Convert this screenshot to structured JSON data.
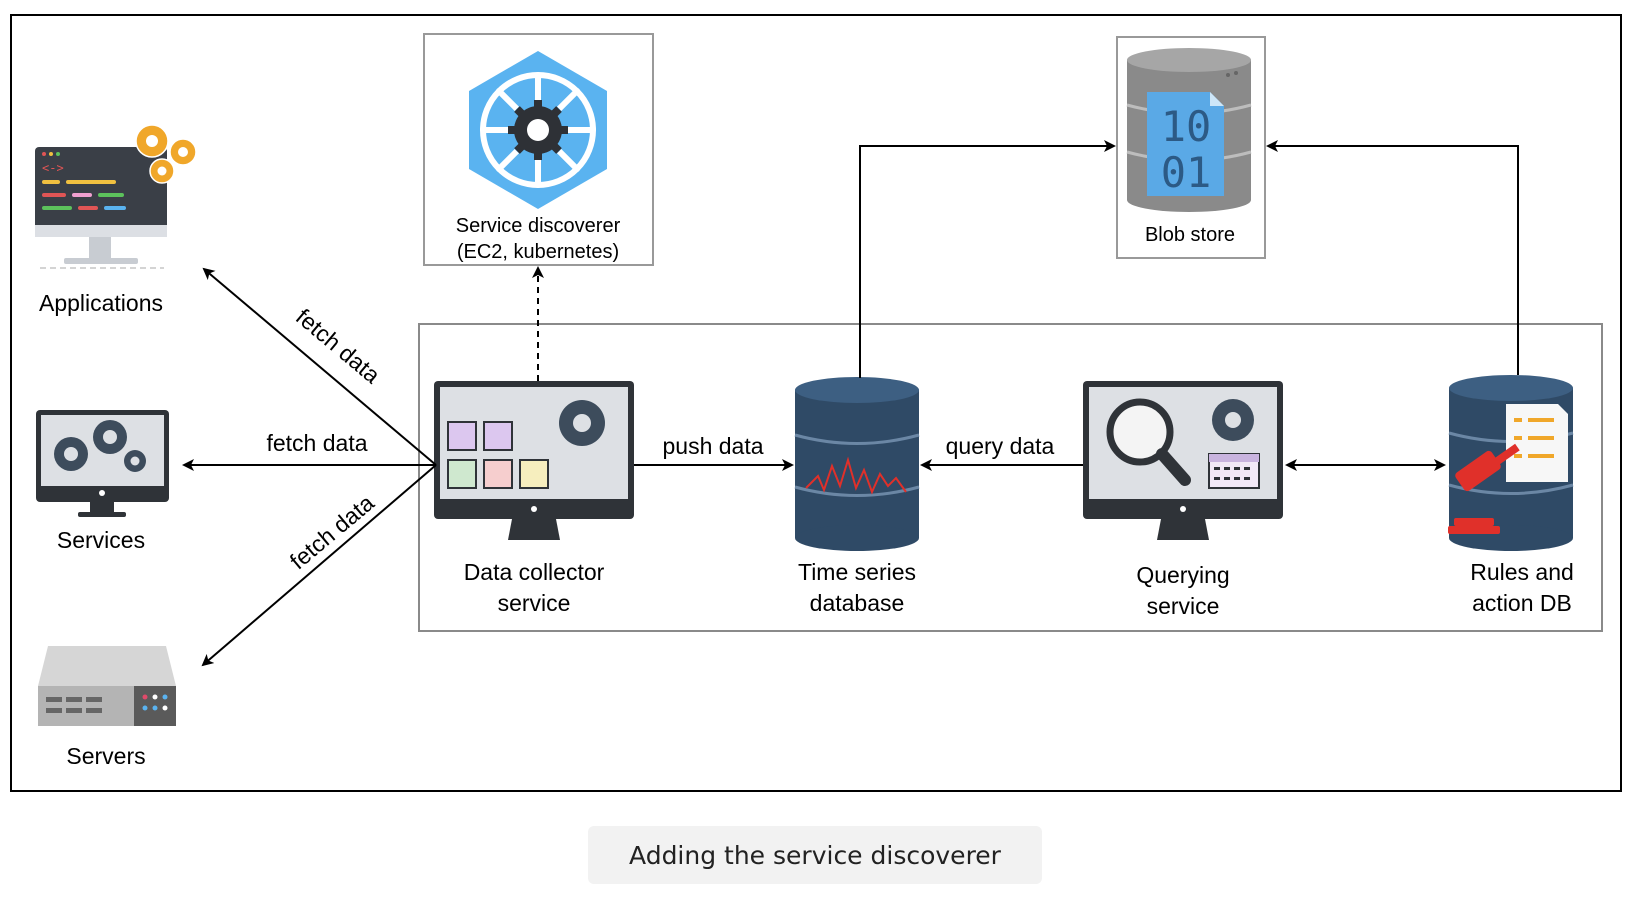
{
  "nodes": {
    "applications": "Applications",
    "services": "Services",
    "servers": "Servers",
    "service_discoverer_line1": "Service discoverer",
    "service_discoverer_line2": "(EC2, kubernetes)",
    "data_collector_line1": "Data collector",
    "data_collector_line2": "service",
    "time_series_line1": "Time series",
    "time_series_line2": "database",
    "querying_line1": "Querying",
    "querying_line2": "service",
    "rules_line1": "Rules and",
    "rules_line2": "action DB",
    "blob_store": "Blob store",
    "blob_bits_line1": "10",
    "blob_bits_line2": "01"
  },
  "edges": {
    "fetch_applications": "fetch data",
    "fetch_services": "fetch data",
    "fetch_servers": "fetch data",
    "push": "push data",
    "query": "query data"
  },
  "caption": "Adding the service discoverer",
  "colors": {
    "db_dark": "#2f4a66",
    "db_band": "#3d5f82",
    "k8s_blue": "#5ab3f0",
    "gear_orange": "#f0a72a",
    "gavel_red": "#e0302a",
    "blob_gray": "#8a8a8a",
    "blob_blue": "#5aa9e6"
  }
}
